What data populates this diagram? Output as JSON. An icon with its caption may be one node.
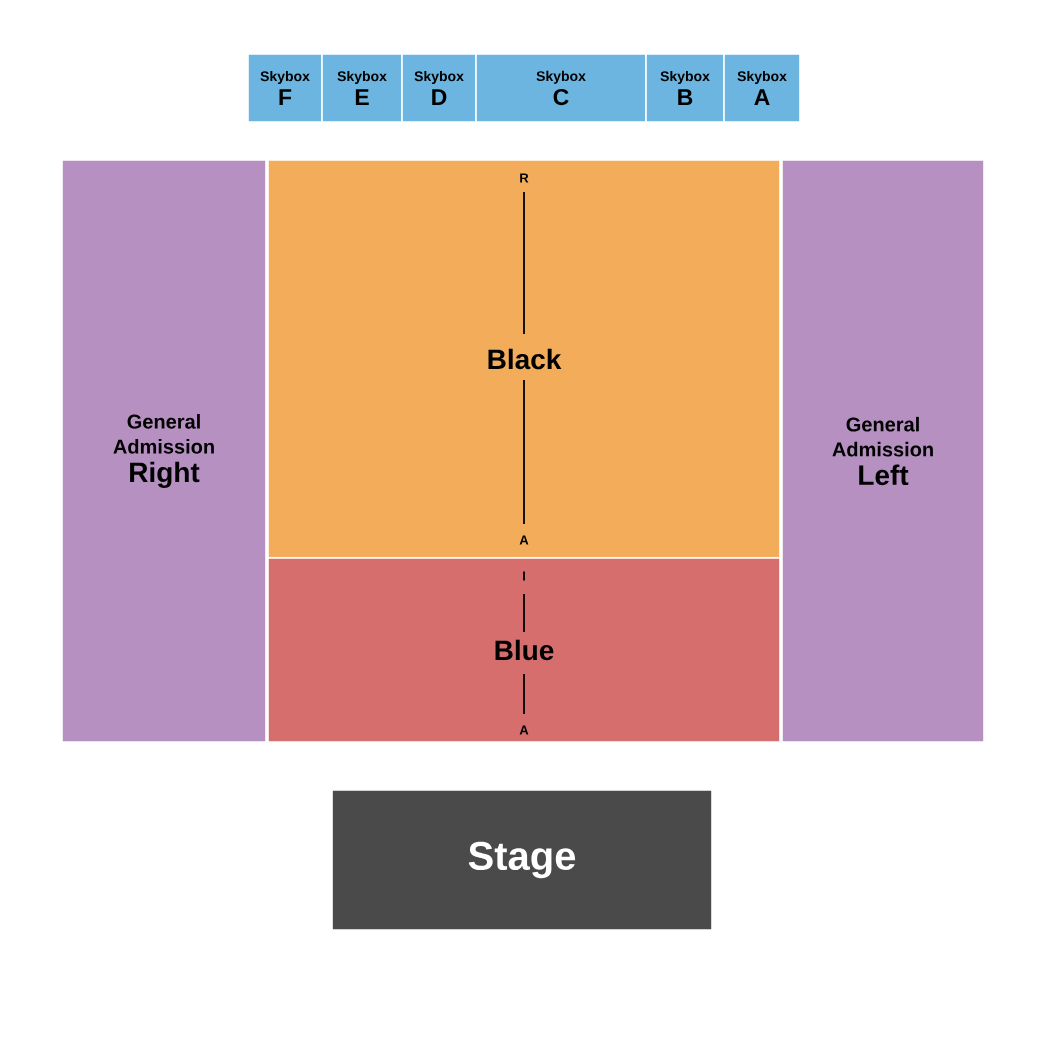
{
  "diagram": {
    "nodes": [
      {
        "text": [
          "Skybox",
          "F"
        ]
      },
      {
        "text": [
          "Skybox",
          "E"
        ]
      },
      {
        "text": [
          "Skybox",
          "D"
        ]
      },
      {
        "text": [
          "Skybox",
          "C"
        ]
      },
      {
        "text": [
          "Skybox",
          "B"
        ]
      },
      {
        "text": [
          "Skybox",
          "A"
        ]
      },
      {
        "text": [
          "General Admission",
          "Right"
        ]
      },
      {
        "text": [
          "Black"
        ]
      },
      {
        "text": [
          "General Admission",
          "Left"
        ]
      },
      {
        "text": [
          "Blue"
        ]
      },
      {
        "text": [
          "Stage"
        ]
      }
    ],
    "labels": [
      "R",
      "A",
      "I",
      "A"
    ]
  }
}
